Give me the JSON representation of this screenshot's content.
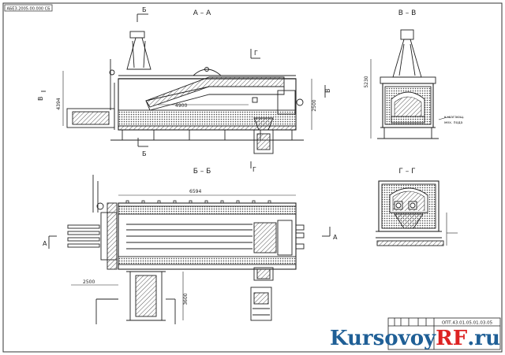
{
  "header_stamp": "АБЕЗ.2005.00.000 СБ",
  "views": {
    "aa": {
      "title": "А – А",
      "cut_marker": "Б",
      "side_marker": "В",
      "mark_g": "Г"
    },
    "vv": {
      "title": "В – В"
    },
    "bb": {
      "title": "Б – Б",
      "side_marker": "А"
    },
    "gg": {
      "title": "Г – Г"
    }
  },
  "dimensions": {
    "aa_length": "4900",
    "aa_height_left": "4394",
    "aa_height_right": "2500",
    "vv_height": "5230",
    "bb_length": "6594",
    "bb_offset": "2500",
    "bb_side": "3600"
  },
  "notes": {
    "vv_note_1": "к шагающ.",
    "vv_note_2": "мех. пода"
  },
  "title_block": {
    "doc_number": "ОПТ.43.01.05.01.03.05"
  },
  "watermark": {
    "main": "Kursovoy",
    "accent": "RF",
    "suffix": ".ru",
    "accent_color": "#d22222",
    "main_color": "#1f5f96"
  }
}
